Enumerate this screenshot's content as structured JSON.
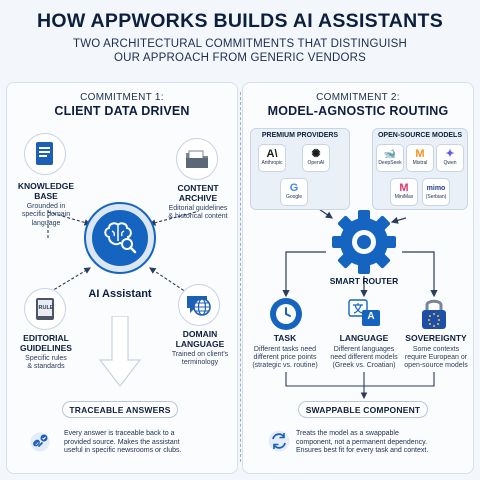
{
  "title": "HOW APPWORKS BUILDS AI ASSISTANTS",
  "subtitle_line1": "TWO ARCHITECTURAL COMMITMENTS THAT DISTINGUISH",
  "subtitle_line2": "OUR APPROACH FROM GENERIC VENDORS",
  "left": {
    "kicker": "COMMITMENT 1:",
    "heading": "CLIENT DATA DRIVEN",
    "center_label": "AI Assistant",
    "items": [
      {
        "title_1": "KNOWLEDGE",
        "title_2": "BASE",
        "desc_1": "Grounded in",
        "desc_2": "specific domain",
        "desc_3": "language"
      },
      {
        "title_1": "CONTENT",
        "title_2": "ARCHIVE",
        "desc_1": "Editorial guidelines",
        "desc_2": "& historical content",
        "desc_3": ""
      },
      {
        "title_1": "EDITORIAL",
        "title_2": "GUIDELINES",
        "desc_1": "Specific rules",
        "desc_2": "& standards",
        "desc_3": ""
      },
      {
        "title_1": "DOMAIN",
        "title_2": "LANGUAGE",
        "desc_1": "Trained on client's",
        "desc_2": "terminology",
        "desc_3": ""
      }
    ],
    "rule_icon_text": "RULE",
    "result_pill": "TRACEABLE ANSWERS",
    "footer_1": "Every answer is traceable back to a",
    "footer_2": "provided source. Makes the assistant",
    "footer_3": "useful in specific newsrooms or clubs."
  },
  "right": {
    "kicker": "COMMITMENT 2:",
    "heading": "MODEL-AGNOSTIC ROUTING",
    "premium_label": "PREMIUM PROVIDERS",
    "open_label": "OPEN-SOURCE MODELS",
    "premium": [
      {
        "glyph": "A\\",
        "name": "Anthropic",
        "color": "#1b1b1b"
      },
      {
        "glyph": "✺",
        "name": "OpenAI",
        "color": "#1b1b1b"
      },
      {
        "glyph": "G",
        "name": "Google",
        "color": "#4285f4"
      }
    ],
    "open": [
      {
        "glyph": "🐋",
        "name": "DeepSeek",
        "color": "#4d6bfe"
      },
      {
        "glyph": "M",
        "name": "Mistral",
        "color": "#f7931e"
      },
      {
        "glyph": "✦",
        "name": "Qwen",
        "color": "#615ced"
      },
      {
        "glyph": "M",
        "name": "MiniMax",
        "color": "#e0356b"
      },
      {
        "glyph": "mimo",
        "name": "(Serbian)",
        "color": "#1d3e8a"
      }
    ],
    "router_label": "SMART ROUTER",
    "factors": [
      {
        "title": "TASK",
        "desc_1": "Different tasks need",
        "desc_2": "different price points",
        "desc_3": "(strategic vs. routine)"
      },
      {
        "title": "LANGUAGE",
        "desc_1": "Different languages",
        "desc_2": "need different models",
        "desc_3": "(Greek vs. Croatian)"
      },
      {
        "title": "SOVEREIGNTY",
        "desc_1": "Some contexts",
        "desc_2": "require European or",
        "desc_3": "open-source models"
      }
    ],
    "language_icon_text": "A",
    "result_pill": "SWAPPABLE COMPONENT",
    "footer_1": "Treats the model as a swappable",
    "footer_2": "component, not a permanent dependency.",
    "footer_3": "Ensures best fit for every task and context."
  },
  "colors": {
    "navy": "#0c1f3d",
    "blue": "#1565c0",
    "light": "#eaf0f7"
  }
}
